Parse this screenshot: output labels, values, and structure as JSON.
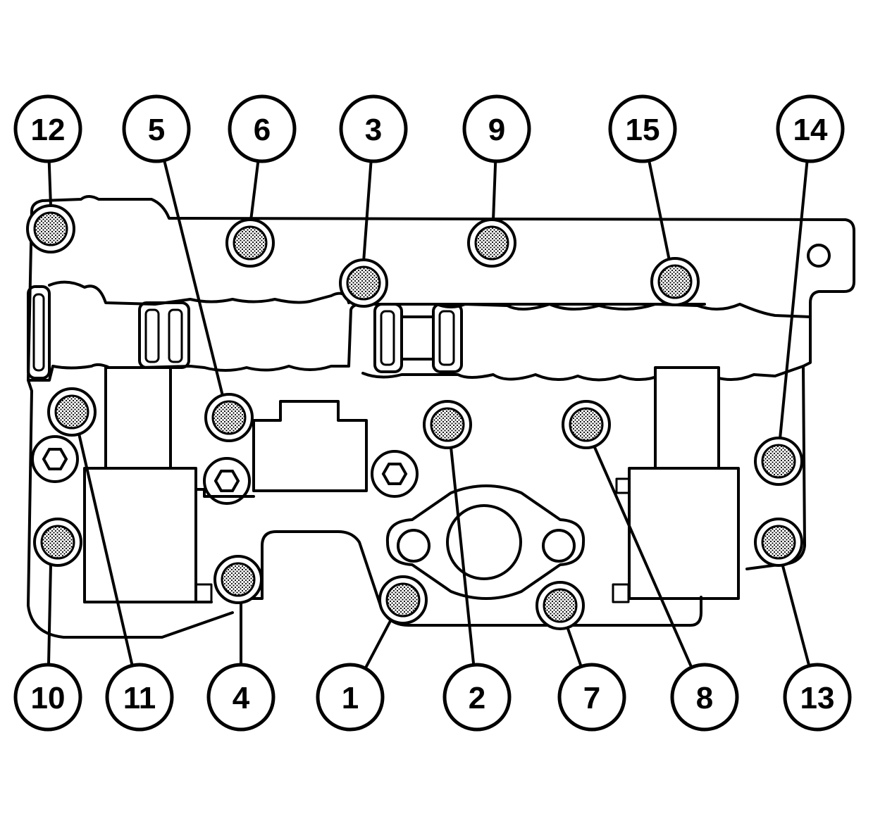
{
  "diagram": {
    "kind": "bolt-tightening-sequence",
    "colors": {
      "line": "#000000",
      "background": "#ffffff",
      "bolt_fill": "#7a7a7a"
    },
    "callouts": [
      {
        "id": "c12",
        "label": "12"
      },
      {
        "id": "c5",
        "label": "5"
      },
      {
        "id": "c6",
        "label": "6"
      },
      {
        "id": "c3",
        "label": "3"
      },
      {
        "id": "c9",
        "label": "9"
      },
      {
        "id": "c15",
        "label": "15"
      },
      {
        "id": "c14",
        "label": "14"
      },
      {
        "id": "c10",
        "label": "10"
      },
      {
        "id": "c11",
        "label": "11"
      },
      {
        "id": "c4",
        "label": "4"
      },
      {
        "id": "c1",
        "label": "1"
      },
      {
        "id": "c2",
        "label": "2"
      },
      {
        "id": "c7",
        "label": "7"
      },
      {
        "id": "c8",
        "label": "8"
      },
      {
        "id": "c13",
        "label": "13"
      }
    ]
  }
}
